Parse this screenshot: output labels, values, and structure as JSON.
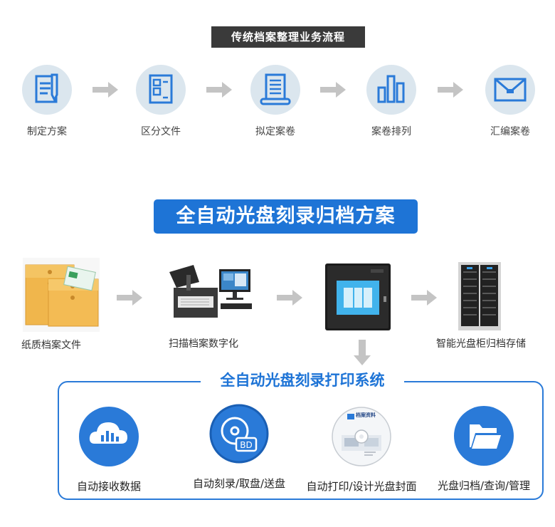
{
  "process": {
    "title": "传统档案整理业务流程",
    "steps": [
      {
        "label": "制定方案",
        "icon": "pen-document-icon"
      },
      {
        "label": "区分文件",
        "icon": "split-document-icon"
      },
      {
        "label": "拟定案卷",
        "icon": "scroll-icon"
      },
      {
        "label": "案卷排列",
        "icon": "bar-chart-icon"
      },
      {
        "label": "汇编案卷",
        "icon": "envelope-icon"
      }
    ]
  },
  "solution": {
    "title": "全自动光盘刻录归档方案",
    "items": [
      {
        "label": "纸质档案文件",
        "icon": "paper-folder-image"
      },
      {
        "label": "扫描档案数字化",
        "icon": "scanner-image"
      },
      {
        "label": "智能光盘柜归档存储",
        "icon": "disc-cabinet-image"
      }
    ],
    "device_icon": "disc-burner-robot-image"
  },
  "system": {
    "title": "全自动光盘刻录打印系统",
    "features": [
      {
        "label": "自动接收数据",
        "icon": "cloud-data-icon"
      },
      {
        "label": "自动刻录/取盘/送盘",
        "icon": "bd-disc-icon"
      },
      {
        "label": "自动打印/设计光盘封面",
        "icon": "printed-disc-icon"
      },
      {
        "label": "光盘归档/查询/管理",
        "icon": "folder-icon"
      }
    ],
    "disc_print_text": "档案资料"
  },
  "colors": {
    "accent_blue": "#1e74d6",
    "icon_blue": "#2a7ad8",
    "circle_bg": "#dbe6ee",
    "dark_bar": "#3a3a3a",
    "arrow_gray": "#c4c4c4"
  }
}
